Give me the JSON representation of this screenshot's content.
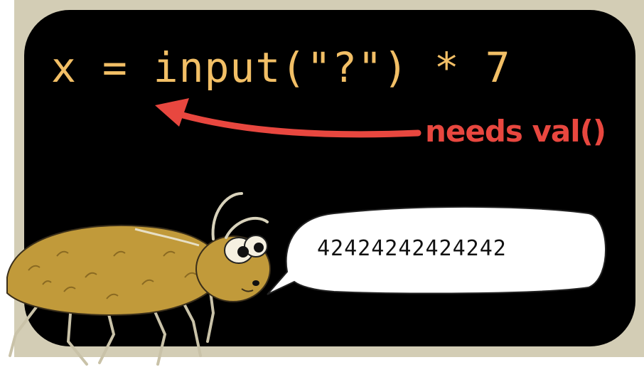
{
  "code": {
    "line": "x = input(\"?\") * 7"
  },
  "annotation": {
    "text": "needs val()"
  },
  "speech": {
    "text": "42424242424242"
  },
  "colors": {
    "backdrop": "#d3cdb5",
    "screen": "#000000",
    "code": "#f2bf66",
    "annotation": "#e8473f",
    "bug_body": "#c19a3a"
  },
  "illustration": {
    "subject": "bug-character"
  }
}
